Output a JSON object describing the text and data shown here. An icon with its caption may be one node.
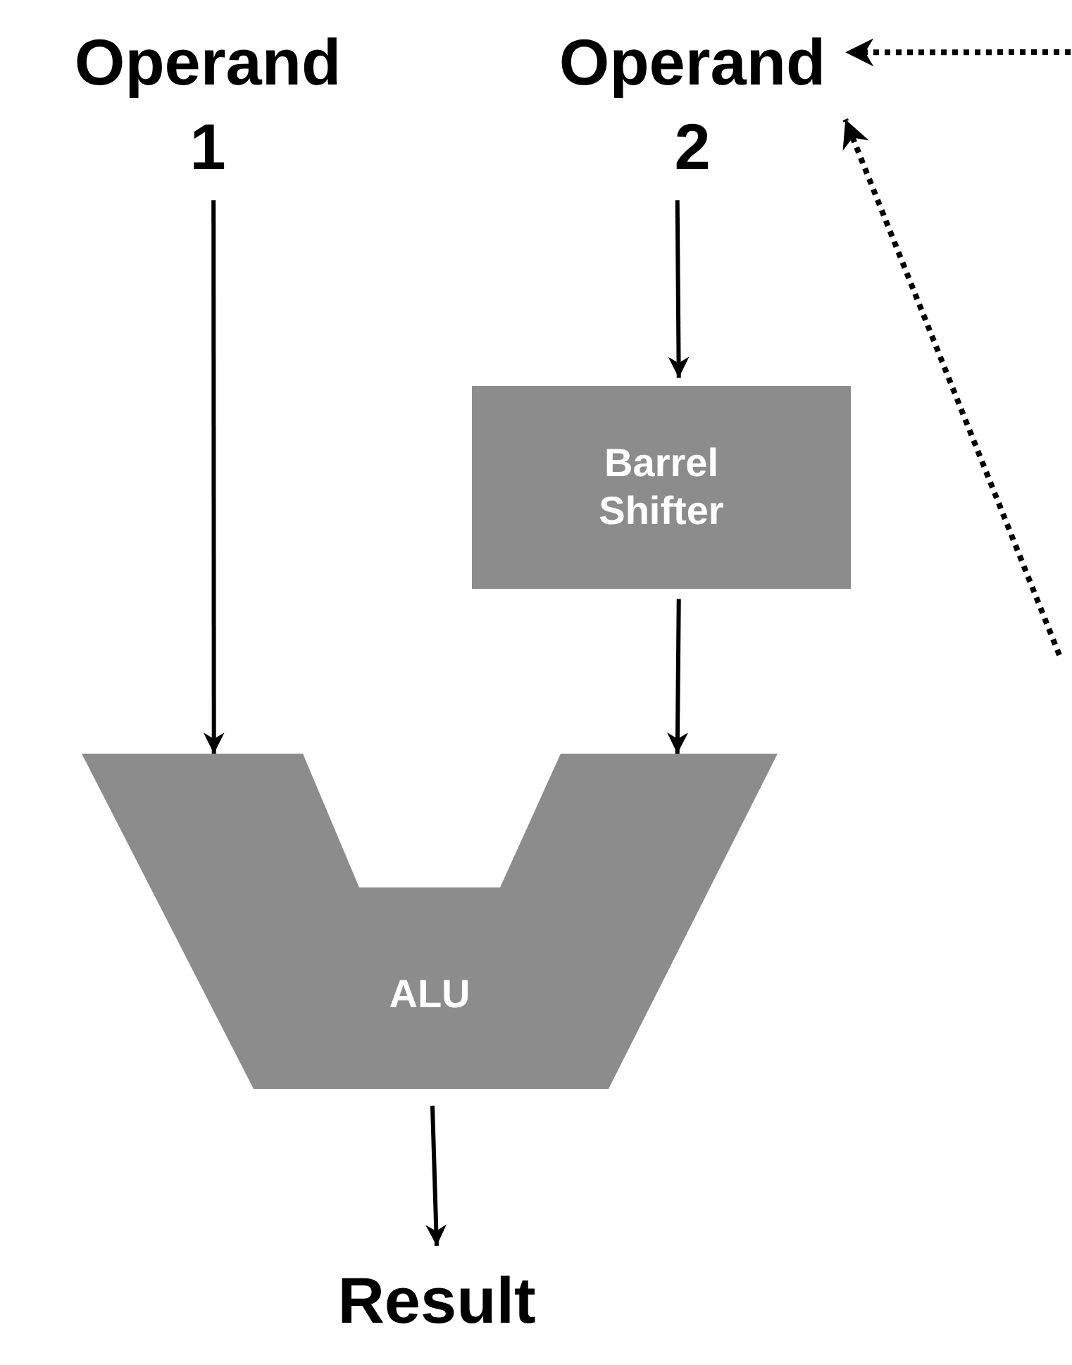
{
  "diagram": {
    "nodes": [
      {
        "text": [
          "Operand 1"
        ]
      },
      {
        "text": [
          "Operand 2"
        ]
      },
      {
        "text": [
          "Barrel Shifter"
        ]
      },
      {
        "text": [
          "ALU"
        ]
      },
      {
        "text": [
          "Result"
        ]
      }
    ],
    "edges": [
      {
        "from": 0,
        "to": 3,
        "arrow": "to"
      },
      {
        "from": 1,
        "to": 2,
        "arrow": "to"
      },
      {
        "from": 2,
        "to": 3,
        "arrow": "to"
      },
      {
        "from": 3,
        "to": 4,
        "arrow": "to"
      },
      {
        "from": null,
        "to": 1,
        "arrow": "to",
        "style": "dashed"
      },
      {
        "from": null,
        "to": 1,
        "arrow": "to",
        "style": "dashed"
      }
    ]
  }
}
